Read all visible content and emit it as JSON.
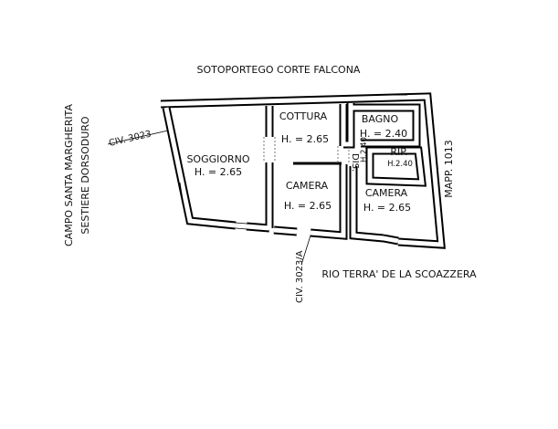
{
  "streets": {
    "north": "SOTOPORTEGO CORTE FALCONA",
    "south": "RIO TERRA' DE LA SCOAZZERA",
    "west_line1": "CAMPO SANTA MARGHERITA",
    "west_line2": "SESTIERE DORSODURO",
    "east": "MAPP. 1013"
  },
  "civics": {
    "main": "CIV. 3023",
    "secondary": "CIV. 3023/A"
  },
  "rooms": [
    {
      "name": "SOGGIORNO",
      "height": "H. = 2.65"
    },
    {
      "name": "COTTURA",
      "height": "H. = 2.65"
    },
    {
      "name": "CAMERA",
      "height": "H. = 2.65"
    },
    {
      "name": "BAGNO",
      "height": "H. = 2.40"
    },
    {
      "name": "RIP.",
      "height": "H.2.40"
    },
    {
      "name": "CAMERA",
      "height": "H. = 2.65"
    },
    {
      "name": "DIS.",
      "height": "H.2.40"
    }
  ]
}
